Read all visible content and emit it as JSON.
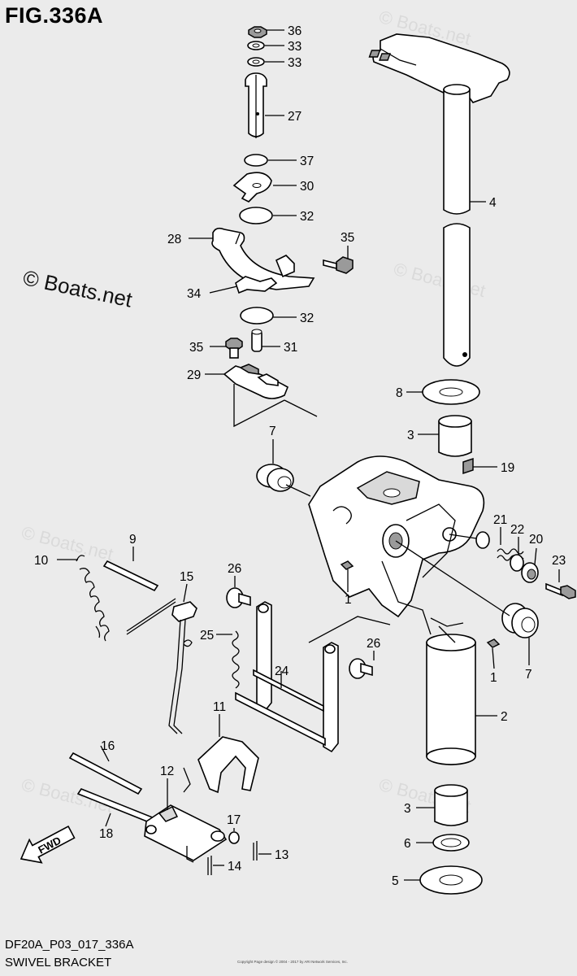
{
  "figure": {
    "title": "FIG.336A",
    "code": "DF20A_P03_017_336A",
    "name": "SWIVEL BRACKET"
  },
  "watermark": {
    "main": "© Boats.net",
    "repeat": "© Boats.net"
  },
  "copyright_note": "Copyright Page design © 2004 - 2017 by ARI Network Services, Inc.",
  "callouts": [
    "36",
    "33",
    "33",
    "27",
    "37",
    "30",
    "32",
    "28",
    "35",
    "34",
    "32",
    "35",
    "31",
    "29",
    "4",
    "8",
    "3",
    "19",
    "7",
    "21",
    "22",
    "20",
    "23",
    "1",
    "9",
    "10",
    "15",
    "26",
    "25",
    "24",
    "26",
    "1",
    "7",
    "2",
    "11",
    "16",
    "12",
    "17",
    "13",
    "18",
    "14",
    "3",
    "6",
    "5"
  ],
  "fwd_label": "FWD"
}
